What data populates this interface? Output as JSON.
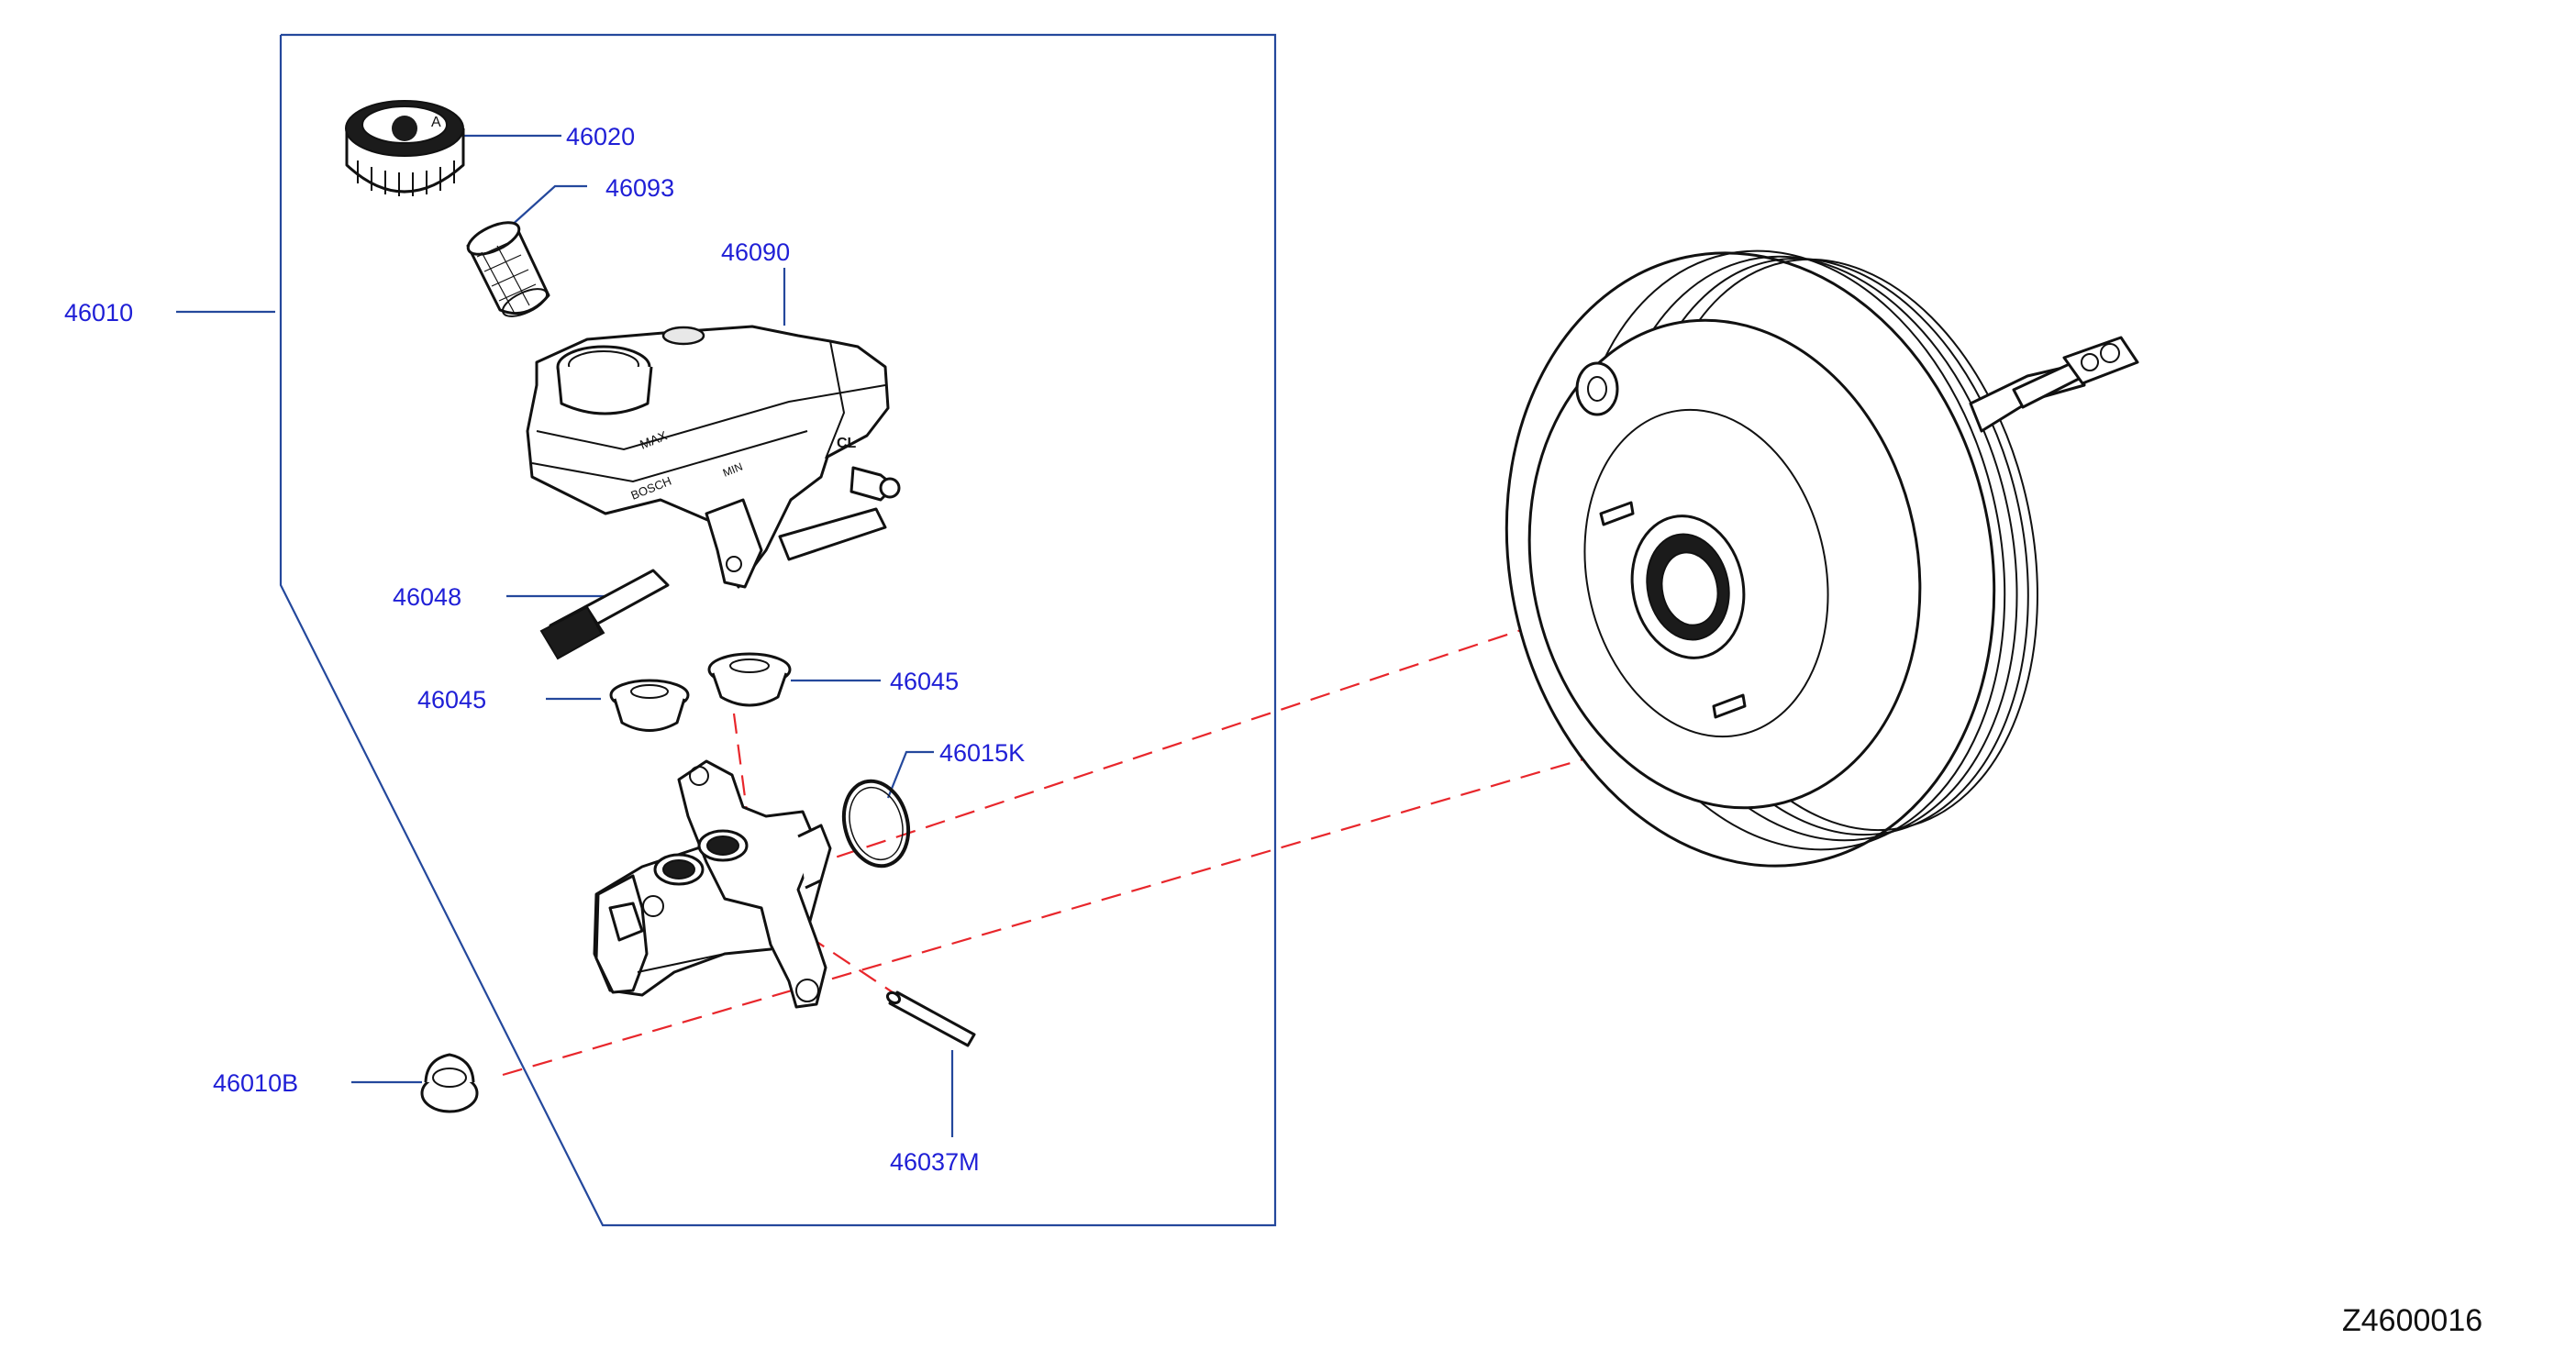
{
  "diagram": {
    "part_labels": [
      {
        "id": "p46020",
        "text": "46020"
      },
      {
        "id": "p46093",
        "text": "46093"
      },
      {
        "id": "p46090",
        "text": "46090"
      },
      {
        "id": "p46010",
        "text": "46010"
      },
      {
        "id": "p46048",
        "text": "46048"
      },
      {
        "id": "p46045a",
        "text": "46045"
      },
      {
        "id": "p46045b",
        "text": "46045"
      },
      {
        "id": "p46015K",
        "text": "46015K"
      },
      {
        "id": "p46010B",
        "text": "46010B"
      },
      {
        "id": "p46037M",
        "text": "46037M"
      }
    ],
    "reservoir_marks": {
      "max": "MAX",
      "cl": "CL",
      "brand": "BOSCH",
      "min": "MIN"
    },
    "drawing_code": "Z4600016",
    "colors": {
      "callout_text": "#1f1fd6",
      "leader_lines": "#24489c",
      "assembly_lines": "#e8262b",
      "part_outline": "#111111"
    }
  }
}
